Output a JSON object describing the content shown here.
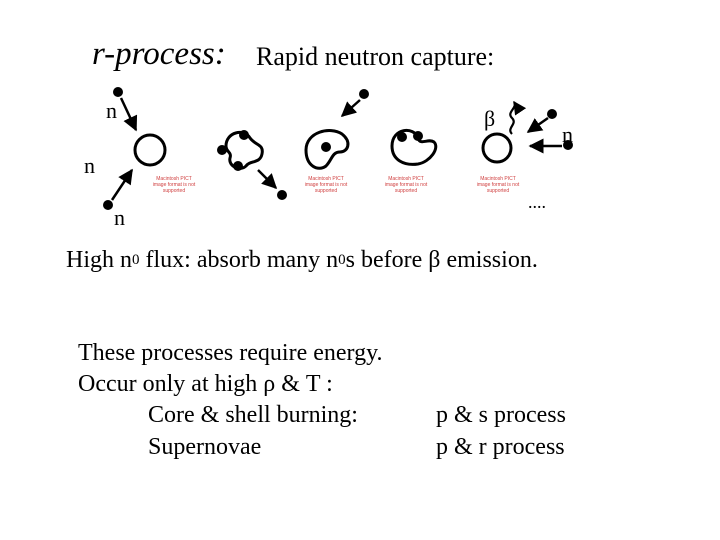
{
  "title": {
    "italic": "r-process:",
    "plain": "Rapid neutron capture:"
  },
  "diagram": {
    "label_n1": "n",
    "label_n2": "n",
    "label_n3": "n",
    "label_n_right": "n",
    "label_beta": "β",
    "ellipsis": "....",
    "placeholder": "Macintosh PICT image format is not supported"
  },
  "flux_line": {
    "a": "High n",
    "sup1": "0",
    "b": " flux: absorb many n",
    "sup2": "0",
    "c": "s before β emission."
  },
  "notes": {
    "line1": "These processes require energy.",
    "line2": "Occur only at high ρ & T :",
    "row1_left": "Core & shell burning:",
    "row1_right": "p & s  process",
    "row2_left": "Supernovae",
    "row2_right": "p & r process"
  }
}
